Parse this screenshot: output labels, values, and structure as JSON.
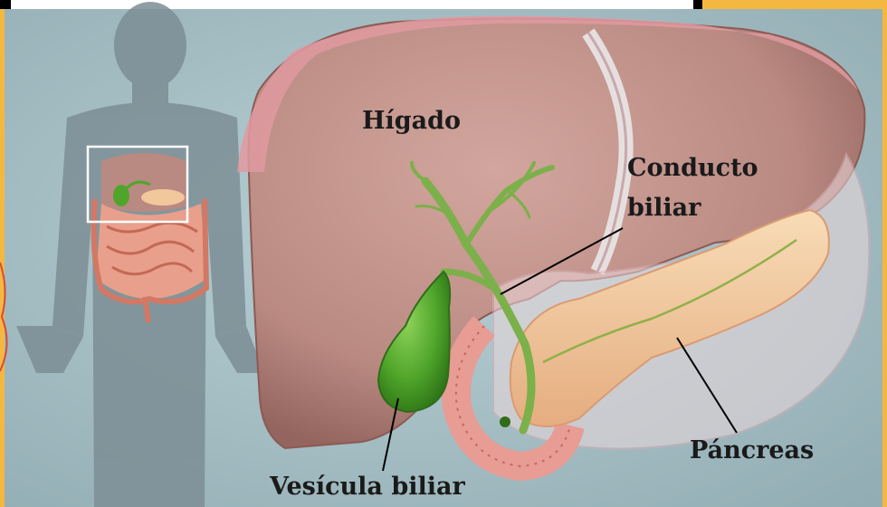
{
  "figure": {
    "labels": {
      "liver": "Hígado",
      "bile_duct_line1": "Conducto",
      "bile_duct_line2": "biliar",
      "gallbladder": "Vesícula biliar",
      "pancreas": "Páncreas"
    },
    "colors": {
      "background": "#a9c3c9",
      "frame": "#f4b840",
      "liver": "#b98a82",
      "gallbladder": "#4fa52a",
      "pancreas": "#f1c79c",
      "silhouette": "#7c8e95"
    }
  }
}
